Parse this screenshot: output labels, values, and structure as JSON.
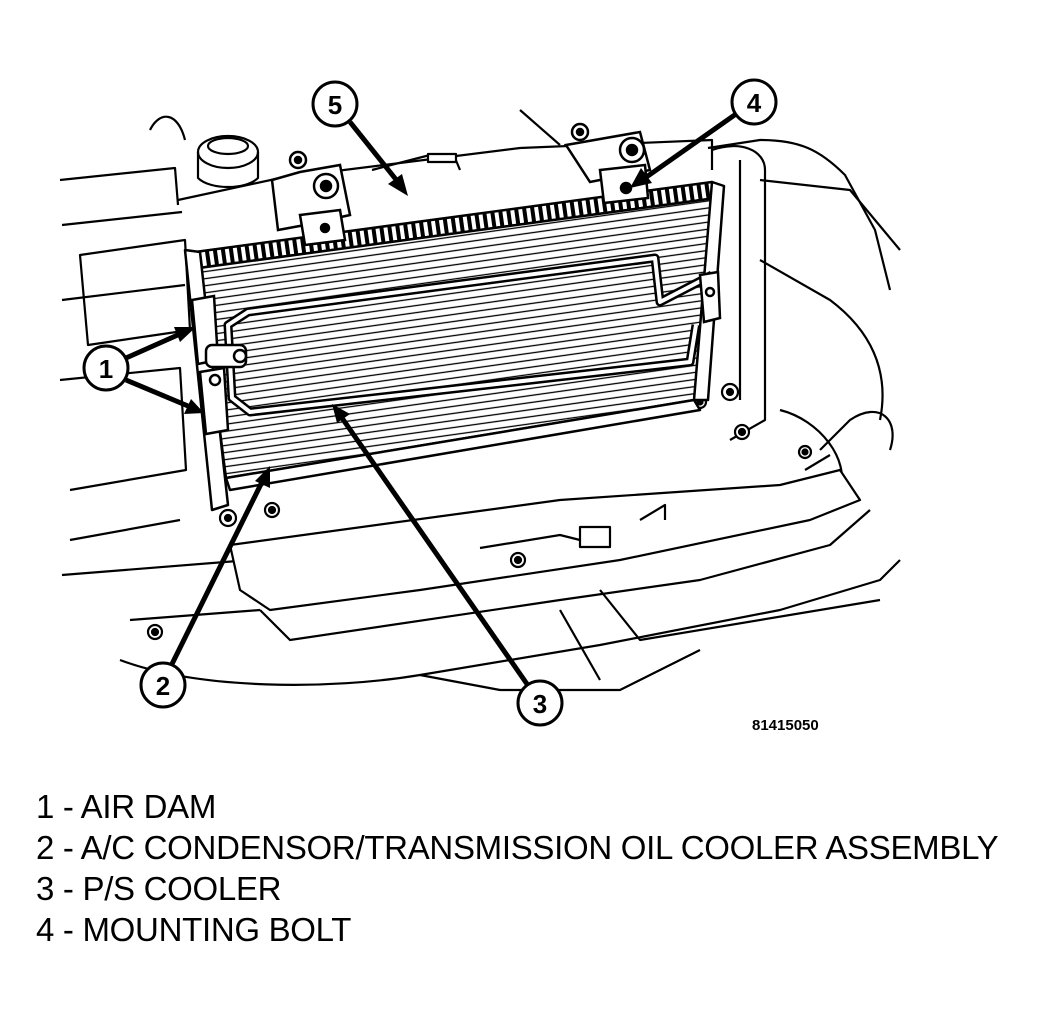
{
  "figure": {
    "figure_number": "81415050",
    "callouts": [
      "5",
      "4",
      "1",
      "2",
      "3"
    ]
  },
  "legend": [
    "1 - AIR DAM",
    "2 - A/C CONDENSOR/TRANSMISSION OIL COOLER ASSEMBLY",
    "3 - P/S COOLER",
    "4 - MOUNTING BOLT"
  ],
  "style": {
    "line_color": "#000000",
    "background": "#ffffff"
  }
}
